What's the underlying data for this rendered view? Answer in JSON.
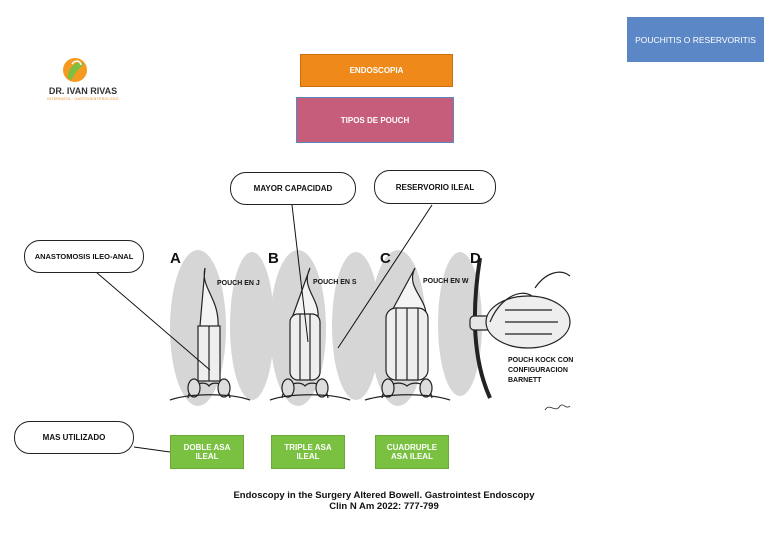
{
  "top_right_button": "POUCHITIS O RESERVORITIS",
  "logo": {
    "name": "DR. IVAN RIVAS",
    "subtitle": "INTERNISTA · GASTROENTEROLOGO"
  },
  "endoscopia_label": "ENDOSCOPIA",
  "tipos_label": "TIPOS DE POUCH",
  "callouts": {
    "mayor_capacidad": "MAYOR CAPACIDAD",
    "reservorio_ileal": "RESERVORIO ILEAL",
    "anastomosis": "ANASTOMOSIS ILEO-ANAL",
    "mas_utilizado": "MAS UTILIZADO"
  },
  "figure": {
    "letters": [
      "A",
      "B",
      "C",
      "D"
    ],
    "pouch_j": "POUCH EN J",
    "pouch_s": "POUCH EN S",
    "pouch_w": "POUCH EN W",
    "kock_line1": "POUCH KOCK CON",
    "kock_line2": "CONFIGURACION",
    "kock_line3": "BARNETT"
  },
  "green_boxes": [
    {
      "line1": "DOBLE ASA",
      "line2": "ILEAL"
    },
    {
      "line1": "TRIPLE ASA",
      "line2": "ILEAL"
    },
    {
      "line1": "CUADRUPLE",
      "line2": "ASA ILEAL"
    }
  ],
  "citation": {
    "line1": "Endoscopy in the Surgery Altered  Bowell. Gastrointest  Endoscopy",
    "line2": "Clin N Am  2022: 777-799"
  },
  "colors": {
    "blue": "#5b87c6",
    "orange": "#ef8a1a",
    "pink": "#c65d7b",
    "green": "#7ac142"
  }
}
